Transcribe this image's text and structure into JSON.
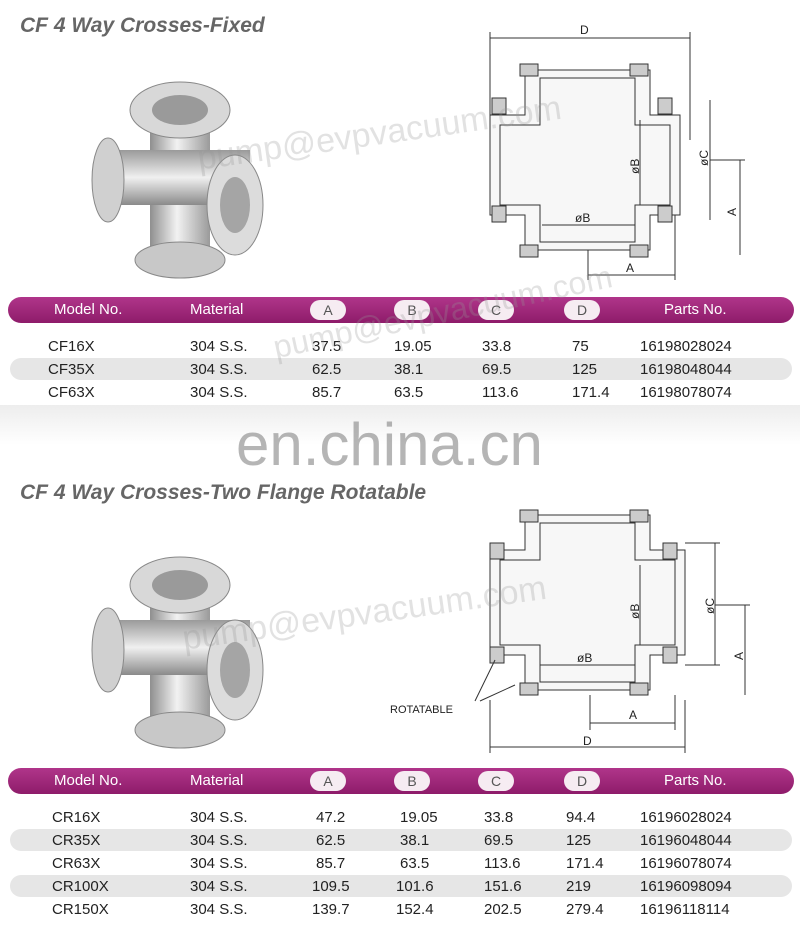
{
  "section1": {
    "title": "CF 4 Way Crosses-Fixed",
    "diagram_labels": {
      "d": "D",
      "b_vert": "øB",
      "b_horiz": "øB",
      "c": "øC",
      "a_vert": "A",
      "a_horiz": "A"
    }
  },
  "section2": {
    "title": "CF 4 Way Crosses-Two Flange Rotatable",
    "diagram_labels": {
      "d": "D",
      "b_vert": "øB",
      "b_horiz": "øB",
      "c": "øC",
      "a_vert": "A",
      "a_horiz": "A",
      "rotatable": "ROTATABLE"
    }
  },
  "columns": [
    "Model No.",
    "Material",
    "A",
    "B",
    "C",
    "D",
    "Parts No."
  ],
  "table1": [
    [
      "CF16X",
      "304 S.S.",
      "37.5",
      "19.05",
      "33.8",
      "75",
      "16198028024"
    ],
    [
      "CF35X",
      "304 S.S.",
      "62.5",
      "38.1",
      "69.5",
      "125",
      "16198048044"
    ],
    [
      "CF63X",
      "304 S.S.",
      "85.7",
      "63.5",
      "113.6",
      "171.4",
      "16198078074"
    ]
  ],
  "table2": [
    [
      "CR16X",
      "304 S.S.",
      "47.2",
      "19.05",
      "33.8",
      "94.4",
      "16196028024"
    ],
    [
      "CR35X",
      "304 S.S.",
      "62.5",
      "38.1",
      "69.5",
      "125",
      "16196048044"
    ],
    [
      "CR63X",
      "304 S.S.",
      "85.7",
      "63.5",
      "113.6",
      "171.4",
      "16196078074"
    ],
    [
      "CR100X",
      "304 S.S.",
      "109.5",
      "101.6",
      "151.6",
      "219",
      "16196098094"
    ],
    [
      "CR150X",
      "304 S.S.",
      "139.7",
      "152.4",
      "202.5",
      "279.4",
      "16196118114"
    ]
  ],
  "watermarks": {
    "email1": "pump@evpvacuum.com",
    "email2": "pump@evpvacuum.com",
    "email3": "pump@evpvacuum.com",
    "site": "en.china.cn"
  },
  "colors": {
    "header": "#9b2577",
    "alt_row": "#e6e6e6",
    "title": "#666666"
  }
}
